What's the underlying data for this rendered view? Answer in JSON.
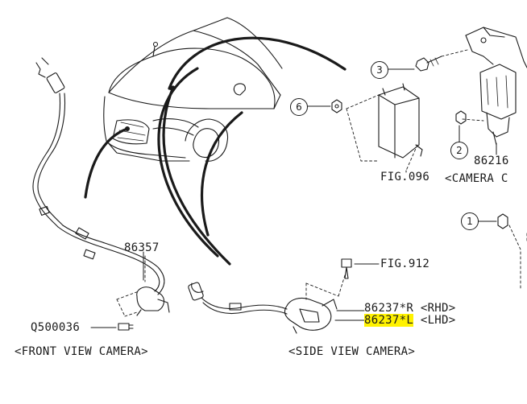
{
  "labels": {
    "front_camera_part": "86357",
    "front_camera_bolt": "Q500036",
    "front_caption": "<FRONT VIEW CAMERA>",
    "side_caption": "<SIDE VIEW CAMERA>",
    "side_fig_ref": "FIG.912",
    "side_part_rhd_num": "86237",
    "side_part_rhd_suffix": "*R <RHD>",
    "side_part_lhd_num": "86237*L",
    "side_part_lhd_suffix": " <LHD>",
    "module_fig_ref": "FIG.096",
    "camera_bracket_part": "86216",
    "camera_caption_partial": "<CAMERA C"
  },
  "callouts": {
    "c1": "1",
    "c2": "2",
    "c3": "3",
    "c6": "6"
  },
  "highlight_color": "#fff200"
}
